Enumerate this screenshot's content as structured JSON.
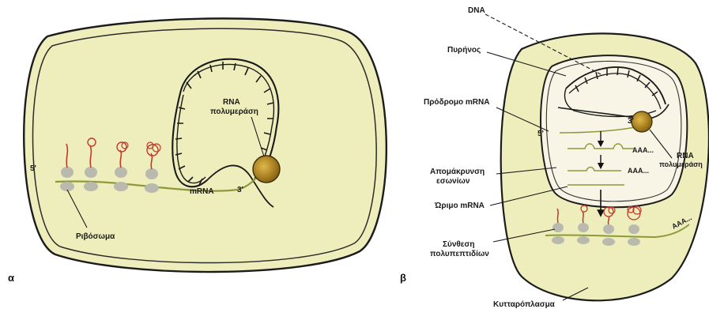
{
  "panel_a": {
    "letter": "α",
    "labels": {
      "rna_polymerase_line1": "RNA",
      "rna_polymerase_line2": "πολυμεράση",
      "five_prime": "5'",
      "three_prime": "3'",
      "mrna": "mRNA",
      "ribosome": "Ριβόσωμα"
    }
  },
  "panel_b": {
    "letter": "β",
    "labels": {
      "dna": "DNA",
      "nucleus": "Πυρήνος",
      "precursor_mrna": "Πρόδρομο mRNA",
      "five_prime": "5'",
      "three_prime": "3'",
      "rna_polymerase_line1": "RNA",
      "rna_polymerase_line2": "πολυμεράση",
      "intron_removal_line1": "Απομάκρυνση",
      "intron_removal_line2": "εσωνίων",
      "polya_1": "AAA...",
      "polya_2": "AAA...",
      "mature_mrna": "Ώριμο mRNA",
      "polypeptide_synthesis_line1": "Σύνθεση",
      "polypeptide_synthesis_line2": "πολυπεπτιδίων",
      "polya_3": "AAA...",
      "cytoplasm": "Κυτταρόπλασμα"
    }
  },
  "colors": {
    "cell_fill": "#eeeebc",
    "nucleus_fill": "#f8f5e6",
    "polymerase": "#b58a1e",
    "mrna": "#8e9a3a",
    "ribosome": "#b9b9ad",
    "peptide": "#c0392b"
  }
}
